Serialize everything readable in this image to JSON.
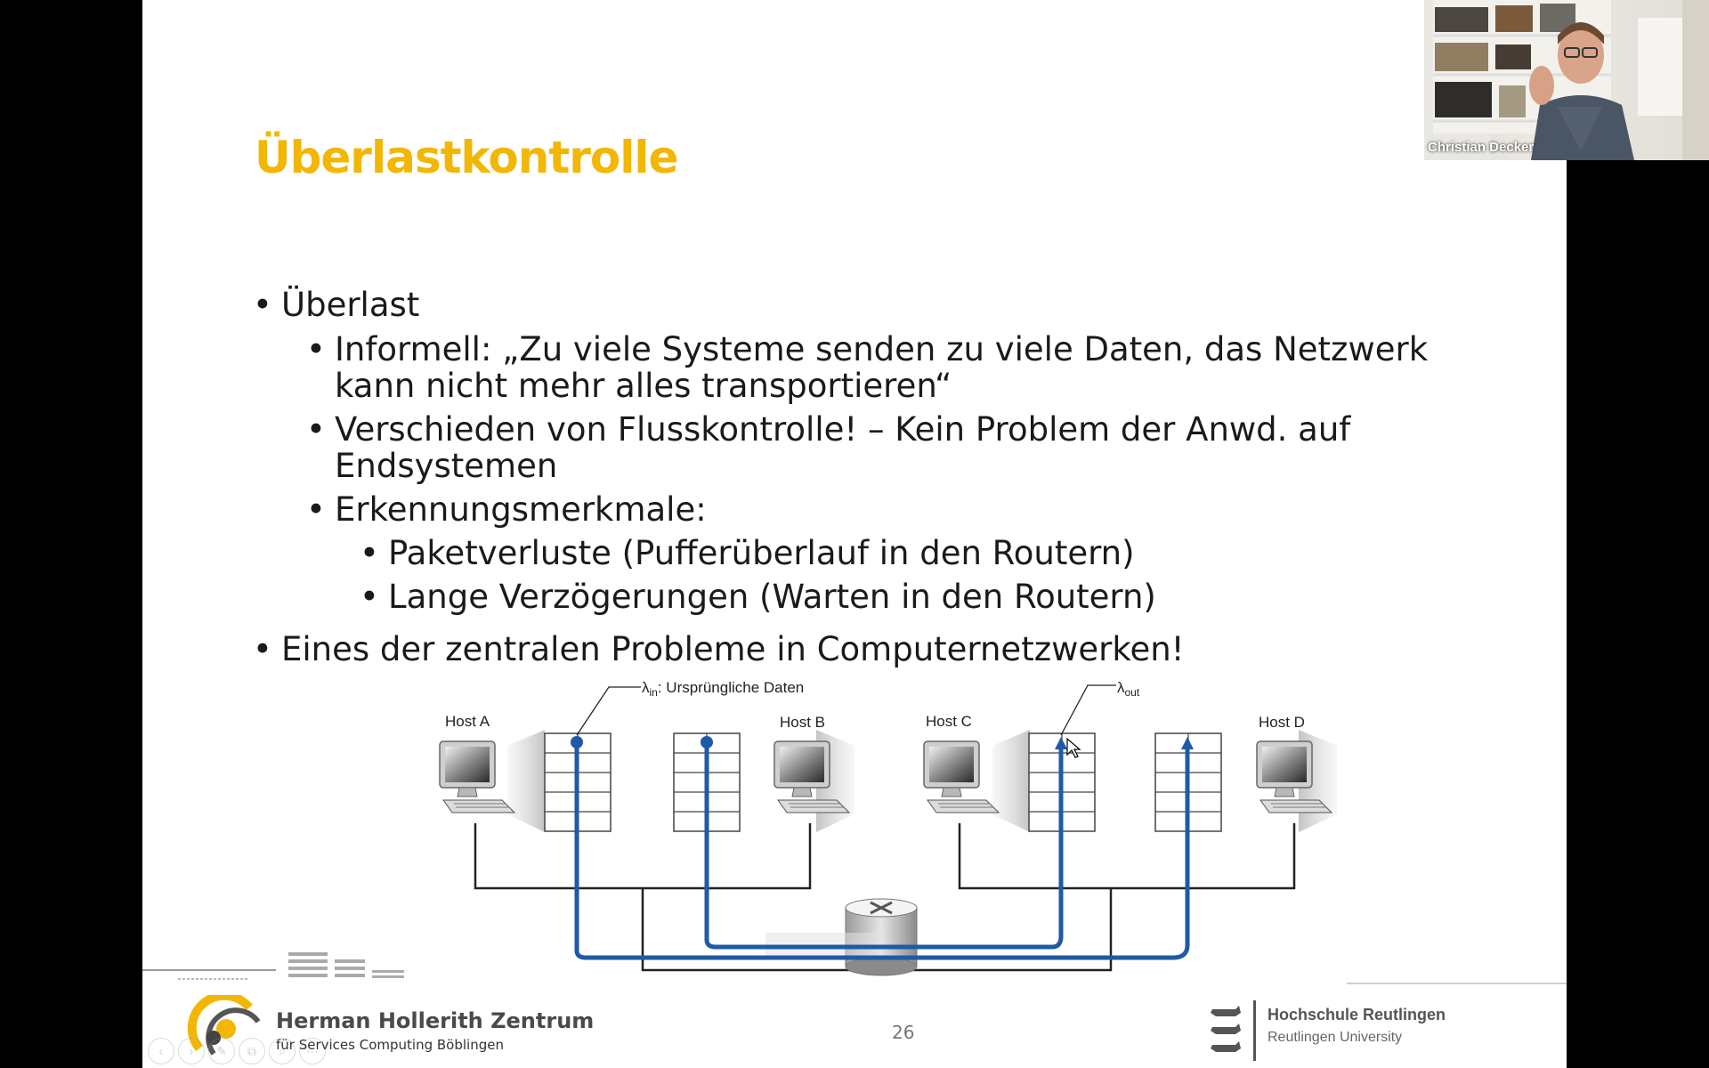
{
  "slide": {
    "title": "Überlastkontrolle",
    "bullets": {
      "b1": "Überlast",
      "b1_1_line1": "Informell: „Zu viele Systeme senden zu viele Daten, das Netzwerk",
      "b1_1_line2": "kann nicht mehr alles transportieren“",
      "b1_2_line1": "Verschieden von Flusskontrolle! – Kein Problem der Anwd. auf",
      "b1_2_line2": "Endsystemen",
      "b1_3": "Erkennungsmerkmale:",
      "b1_3_1": "Paketverluste (Pufferüberlauf in den Routern)",
      "b1_3_2": "Lange Verzögerungen (Warten in den Routern)",
      "b2": "Eines der zentralen Probleme in Computernetzwerken!"
    },
    "bullet_char": "•",
    "diagram": {
      "host_a": "Host A",
      "host_b": "Host B",
      "host_c": "Host C",
      "host_d": "Host D",
      "lambda_symbol": "λ",
      "lambda_in_sub": "in",
      "lambda_in_text": ": Ursprüngliche Daten",
      "lambda_out_sub": "out"
    },
    "footer": {
      "hhz_name": "Herman Hollerith Zentrum",
      "hhz_sub": "für Services Computing Böblingen",
      "page_number": "26",
      "uni_name": "Hochschule Reutlingen",
      "uni_sub": "Reutlingen University"
    },
    "nav_icons": [
      "‹",
      "›",
      "✎",
      "⧉",
      "⌕",
      "⋯"
    ]
  },
  "video": {
    "participant_name": "Christian Decker"
  },
  "colors": {
    "title": "#f2b705",
    "flow": "#1f5aa6",
    "background": "#000000"
  }
}
